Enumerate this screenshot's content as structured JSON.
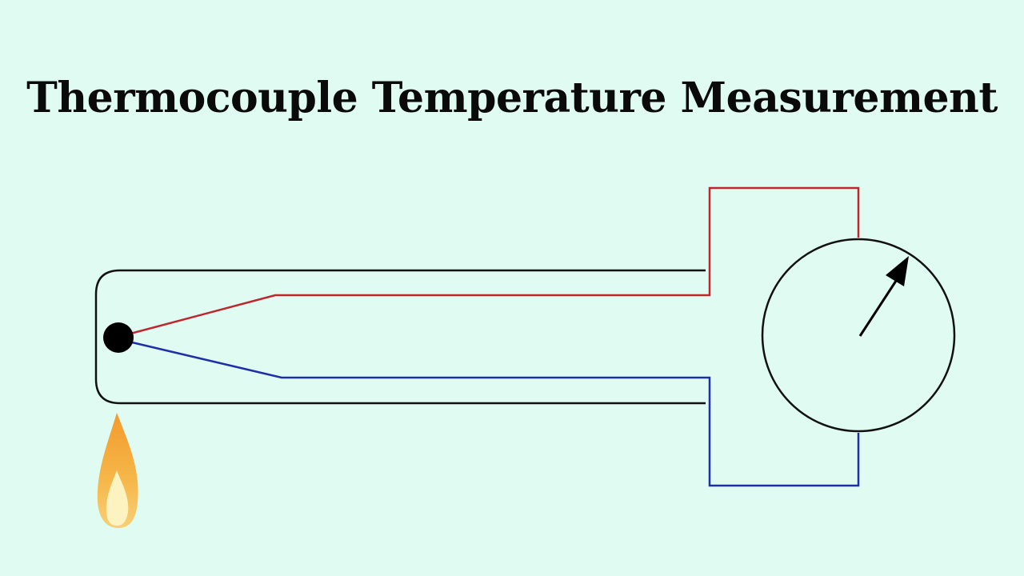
{
  "title": "Thermocouple Temperature Measurement",
  "colors": {
    "background": "#e0fbf1",
    "sheath": "#111111",
    "positive_wire": "#c0272d",
    "negative_wire": "#1f2fa8",
    "junction": "#000000",
    "meter_outline": "#111111",
    "needle": "#000000",
    "flame_outer": "#f6b84a",
    "flame_inner": "#fdf3c0"
  },
  "icons": {
    "junction": "hot-junction-dot",
    "heat_source": "flame-icon",
    "meter": "galvanometer-dial"
  }
}
